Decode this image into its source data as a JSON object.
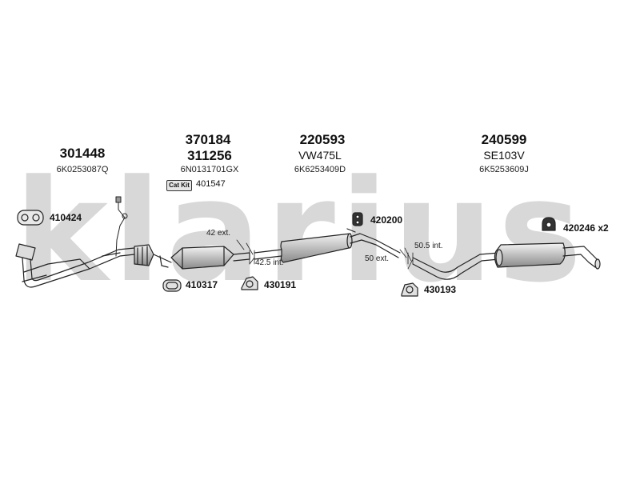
{
  "watermark": "klarius",
  "components": [
    {
      "part_numbers": [
        "301448"
      ],
      "oem": "6K0253087Q"
    },
    {
      "part_numbers": [
        "370184",
        "311256"
      ],
      "oem": "6N0131701GX"
    },
    {
      "part_numbers": [
        "220593"
      ],
      "code": "VW475L",
      "oem": "6K6253409D"
    },
    {
      "part_numbers": [
        "240599"
      ],
      "code": "SE103V",
      "oem": "6K5253609J"
    }
  ],
  "cat_kit": {
    "badge": "Cat Kit",
    "number": "401547"
  },
  "fittings": {
    "f410424": "410424",
    "f410317": "410317",
    "f430191": "430191",
    "f420200": "420200",
    "f430193": "430193",
    "f420246": "420246 x2"
  },
  "dimensions": {
    "d1": "42 ext.",
    "d2": "42.5 int.",
    "d3": "50.5 int.",
    "d4": "50 ext."
  }
}
